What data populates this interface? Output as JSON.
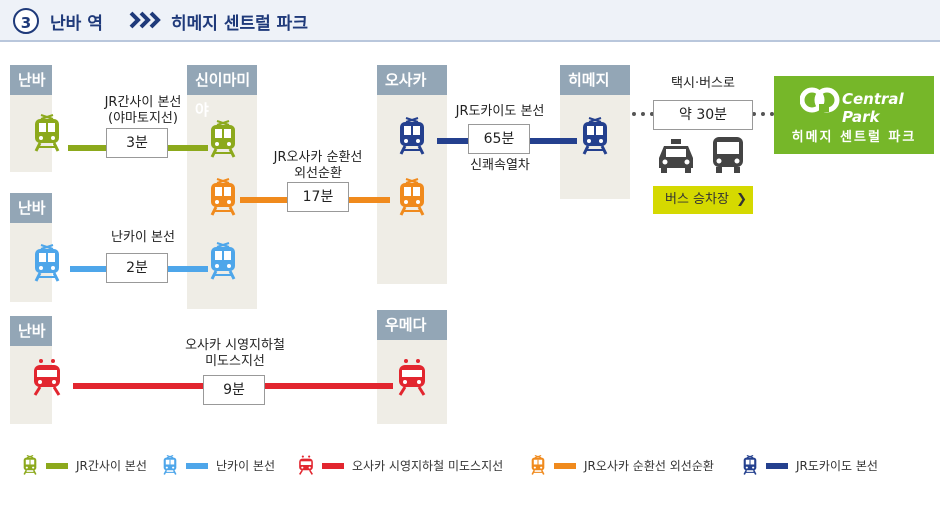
{
  "header": {
    "step": "3",
    "title": "난바 역",
    "subtitle": "히메지 센트럴 파크"
  },
  "colors": {
    "jr_kansai": "#8ca91c",
    "nankai": "#4ea6ea",
    "midosuji": "#e2262f",
    "osaka_loop": "#f08a1d",
    "tokaido": "#24408e",
    "station_head": "#93a6b6"
  },
  "stations": {
    "namba1": "난바",
    "namba2": "난바",
    "namba3": "난바",
    "shinimamiya": "신이마미야",
    "osaka": "오사카",
    "umeda": "우메다",
    "himeji": "히메지"
  },
  "routes": {
    "jr_kansai": {
      "label1": "JR간사이 본선",
      "label2": "(야마토지선)",
      "time": "3분"
    },
    "nankai": {
      "label1": "난카이 본선",
      "time": "2분"
    },
    "loop": {
      "label1": "JR오사카 순환선",
      "label2": "외선순환",
      "time": "17분"
    },
    "tokaido": {
      "label1": "JR도카이도 본선",
      "time": "65분",
      "label2": "신쾌속열차"
    },
    "midosuji": {
      "label1": "오사카 시영지하철",
      "label2": "미도스지선",
      "time": "9분"
    },
    "taxi_bus": {
      "label1": "택시·버스로",
      "time": "약 30분"
    }
  },
  "bus_button": {
    "label": "버스 승차장",
    "arrow": "❯"
  },
  "central_park": {
    "logo_text": "Central Park",
    "name": "히메지 센트럴 파크"
  },
  "legend": [
    {
      "label": "JR간사이 본선",
      "icon": "train-icon"
    },
    {
      "label": "난카이 본선",
      "icon": "train-icon"
    },
    {
      "label": "오사카 시영지하철 미도스지선",
      "icon": "subway-icon"
    },
    {
      "label": "JR오사카 순환선 외선순환",
      "icon": "train-icon"
    },
    {
      "label": "JR도카이도 본선",
      "icon": "train-icon"
    }
  ]
}
